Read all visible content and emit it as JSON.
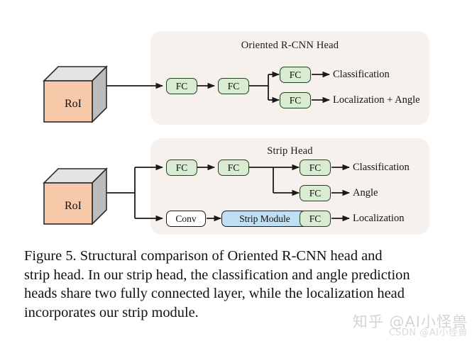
{
  "figure": {
    "panels": [
      {
        "id": "oriented-rcnn-head",
        "title": "Oriented R-CNN Head",
        "input_label": "RoI",
        "nodes": [
          {
            "id": "fc1",
            "label": "FC",
            "type": "fc"
          },
          {
            "id": "fc2",
            "label": "FC",
            "type": "fc"
          },
          {
            "id": "fc3",
            "label": "FC",
            "type": "fc"
          },
          {
            "id": "fc4",
            "label": "FC",
            "type": "fc"
          }
        ],
        "outputs": [
          {
            "id": "classification",
            "label": "Classification"
          },
          {
            "id": "localization-angle",
            "label": "Localization + Angle"
          }
        ]
      },
      {
        "id": "strip-head",
        "title": "Strip Head",
        "input_label": "RoI",
        "nodes": [
          {
            "id": "fc1",
            "label": "FC",
            "type": "fc"
          },
          {
            "id": "fc2",
            "label": "FC",
            "type": "fc"
          },
          {
            "id": "fc3",
            "label": "FC",
            "type": "fc"
          },
          {
            "id": "fc4",
            "label": "FC",
            "type": "fc"
          },
          {
            "id": "conv",
            "label": "Conv",
            "type": "conv"
          },
          {
            "id": "strip-module",
            "label": "Strip Module",
            "type": "strip"
          },
          {
            "id": "fc5",
            "label": "FC",
            "type": "fc"
          }
        ],
        "outputs": [
          {
            "id": "classification",
            "label": "Classification"
          },
          {
            "id": "angle",
            "label": "Angle"
          },
          {
            "id": "localization",
            "label": "Localization"
          }
        ]
      }
    ],
    "caption": {
      "lines": [
        "Figure 5.   Structural comparison of Oriented R-CNN head and",
        "strip head. In our strip head, the classification and angle prediction",
        "heads share two fully connected layer, while the localization head",
        "incorporates our strip module."
      ]
    },
    "watermark": {
      "main": "知乎 @AI小怪兽",
      "sub": "CSDN @AI小怪兽"
    },
    "colors": {
      "panel_background": "#f7f1ee",
      "fc_fill": "#d9ecd2",
      "fc_border": "#23401f",
      "strip_fill": "#bfe0f2",
      "conv_fill": "#ffffff",
      "roi_front": "#f6c9a8",
      "roi_top": "#e3e3e3",
      "roi_side": "#bcbcbc",
      "wire": "#1a1a1a"
    }
  }
}
